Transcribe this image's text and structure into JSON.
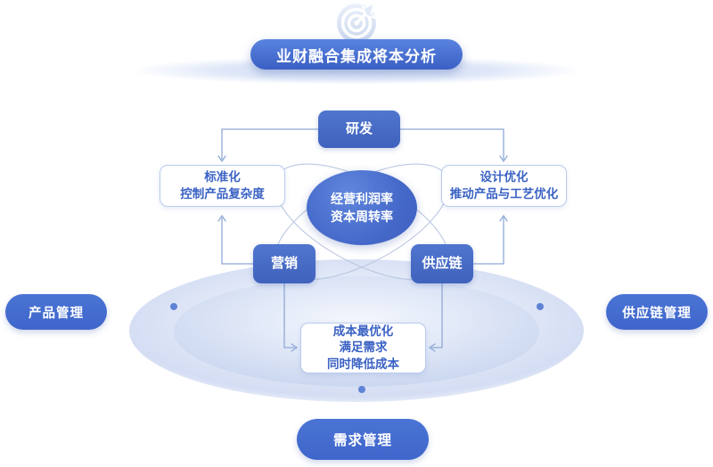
{
  "header": {
    "title": "业财融合集成将本分析",
    "icon": "target-arrow-icon"
  },
  "center": {
    "name": "profitability-metrics",
    "lines": [
      "经营利润率",
      "资本周转率"
    ]
  },
  "nodes": [
    {
      "id": "rd",
      "name": "node-research-development",
      "style": "blue",
      "lines": [
        "研发"
      ]
    },
    {
      "id": "std",
      "name": "node-standardization",
      "style": "white",
      "lines": [
        "标准化",
        "控制产品复杂度"
      ]
    },
    {
      "id": "design",
      "name": "node-design-optimization",
      "style": "white",
      "lines": [
        "设计优化",
        "推动产品与工艺优化"
      ]
    },
    {
      "id": "mkt",
      "name": "node-marketing",
      "style": "blue",
      "lines": [
        "营销"
      ]
    },
    {
      "id": "scm",
      "name": "node-supply-chain",
      "style": "blue",
      "lines": [
        "供应链"
      ]
    },
    {
      "id": "cost",
      "name": "node-cost-optimization",
      "style": "white",
      "lines": [
        "成本最优化",
        "满足需求",
        "同时降低成本"
      ]
    }
  ],
  "outer_labels": [
    {
      "id": "left",
      "name": "label-product-management",
      "text": "产品管理"
    },
    {
      "id": "right",
      "name": "label-supply-chain-management",
      "text": "供应链管理"
    },
    {
      "id": "bottom",
      "name": "label-demand-management",
      "text": "需求管理"
    }
  ],
  "colors": {
    "brand_blue": "#4a74d4",
    "deep_blue": "#3a5fc4",
    "node_blue": "#4569c9",
    "text_blue": "#3a62c4",
    "connector": "#93add9",
    "stage_light": "#e8eefb",
    "background": "#ffffff"
  }
}
